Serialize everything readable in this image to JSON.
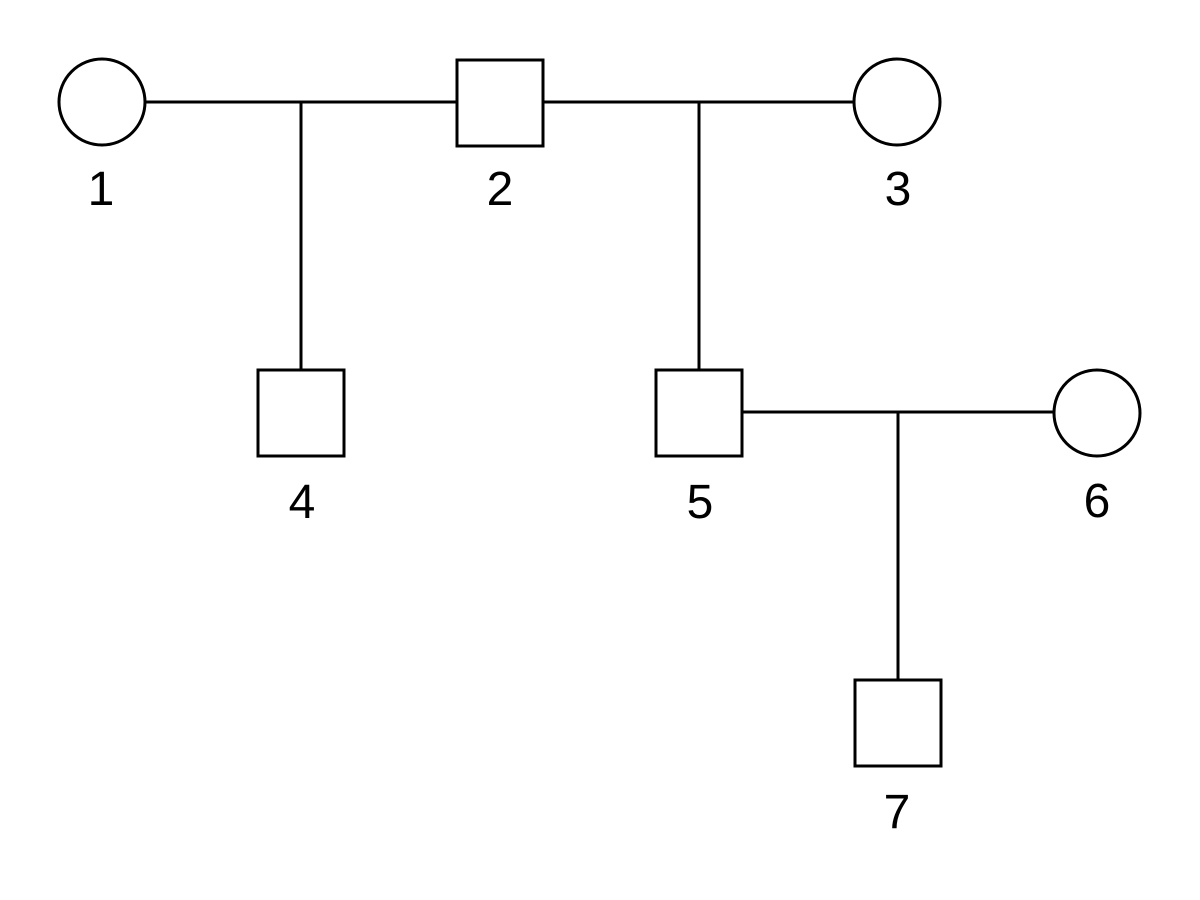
{
  "diagram": {
    "type": "pedigree-chart",
    "background_color": "#ffffff",
    "stroke_color": "#000000",
    "individuals": [
      {
        "id": "1",
        "sex": "female",
        "shape": "circle",
        "generation": 1
      },
      {
        "id": "2",
        "sex": "male",
        "shape": "square",
        "generation": 1
      },
      {
        "id": "3",
        "sex": "female",
        "shape": "circle",
        "generation": 1
      },
      {
        "id": "4",
        "sex": "male",
        "shape": "square",
        "generation": 2
      },
      {
        "id": "5",
        "sex": "male",
        "shape": "square",
        "generation": 2
      },
      {
        "id": "6",
        "sex": "female",
        "shape": "circle",
        "generation": 2
      },
      {
        "id": "7",
        "sex": "male",
        "shape": "square",
        "generation": 3
      }
    ],
    "unions": [
      {
        "partners": [
          "1",
          "2"
        ],
        "children": [
          "4"
        ]
      },
      {
        "partners": [
          "2",
          "3"
        ],
        "children": [
          "5"
        ]
      },
      {
        "partners": [
          "5",
          "6"
        ],
        "children": [
          "7"
        ]
      }
    ]
  }
}
